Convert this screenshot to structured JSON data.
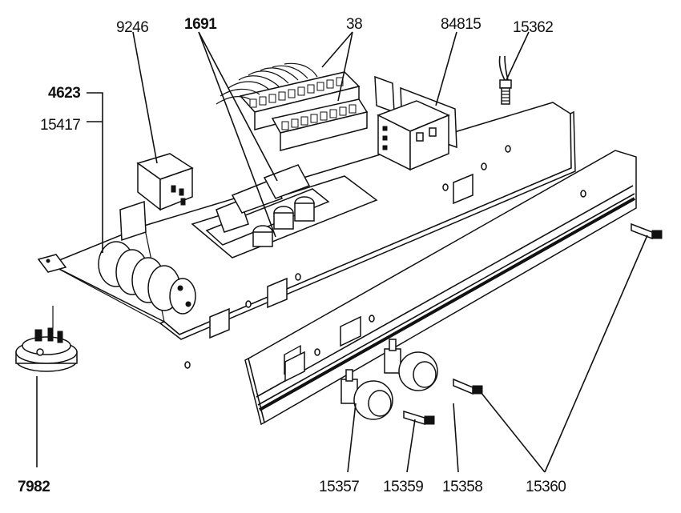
{
  "labels": {
    "l9246": "9246",
    "l1691": "1691",
    "l38": "38",
    "l84815": "84815",
    "l15362": "15362",
    "l4623": "4623",
    "l15417": "15417",
    "l7982": "7982",
    "l15357": "15357",
    "l15359": "15359",
    "l15358": "15358",
    "l15360": "15360"
  }
}
